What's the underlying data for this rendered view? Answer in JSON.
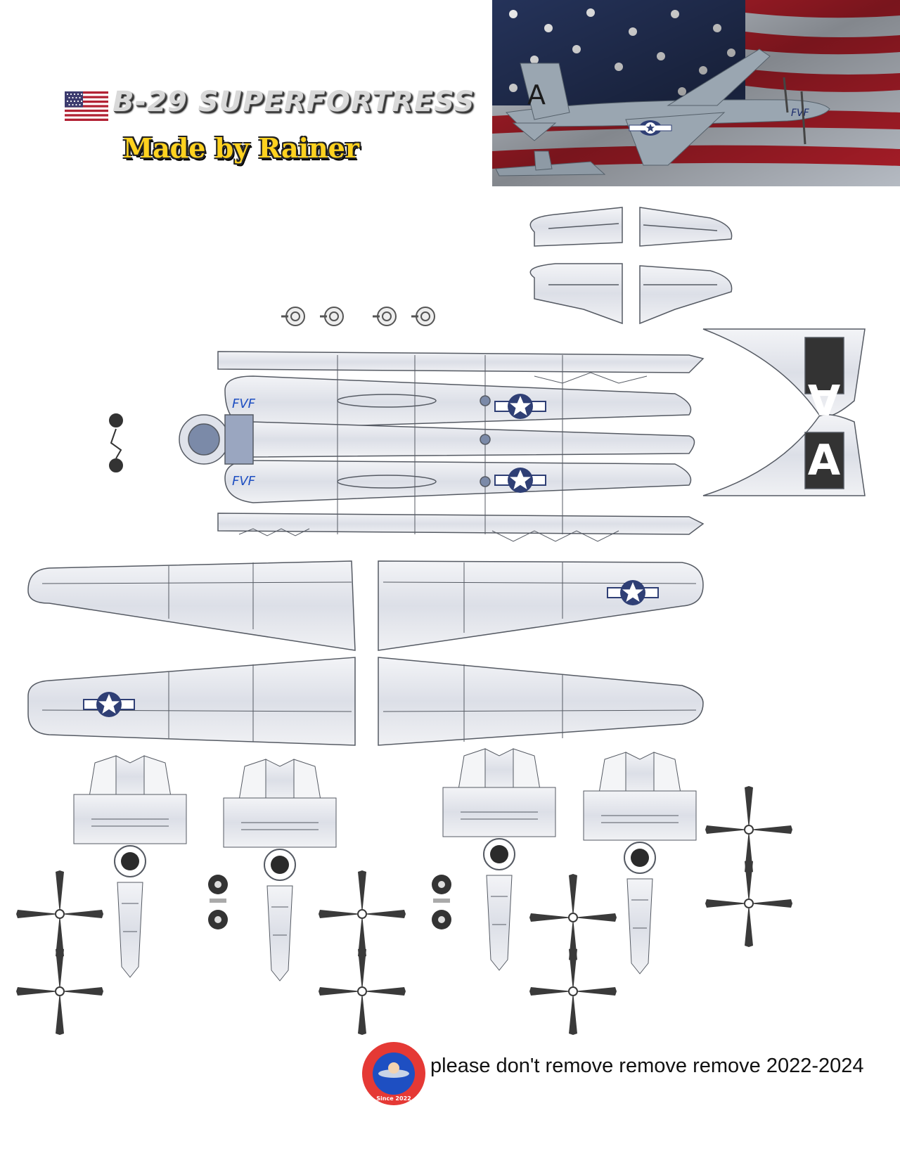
{
  "header": {
    "title": "B-29 SUPERFORTRESS",
    "subtitle": "Made by Rainer"
  },
  "photo": {
    "tail_letter": "A",
    "nose_art": "FVF"
  },
  "sheet": {
    "tail_letter": "A",
    "nose_art": "FVF"
  },
  "footer": {
    "notice": "please don't remove remove remove 2022-2024",
    "badge_year": "Since 2022"
  },
  "colors": {
    "flag_red": "#b22234",
    "flag_blue": "#3c3b6e",
    "title_fill": "#d9d9d9",
    "subtitle_fill": "#ffd21f",
    "badge_red": "#e53935",
    "badge_blue": "#1e4fc2",
    "roundel_blue": "#2f3f75",
    "panel_grey": "#e2e4ea",
    "line": "#555a63",
    "propeller": "#3a3a3a"
  },
  "icons": [
    "us-flag-icon",
    "star-roundel-icon",
    "logo-badge-icon",
    "propeller-icon",
    "wheel-icon",
    "turret-icon"
  ]
}
